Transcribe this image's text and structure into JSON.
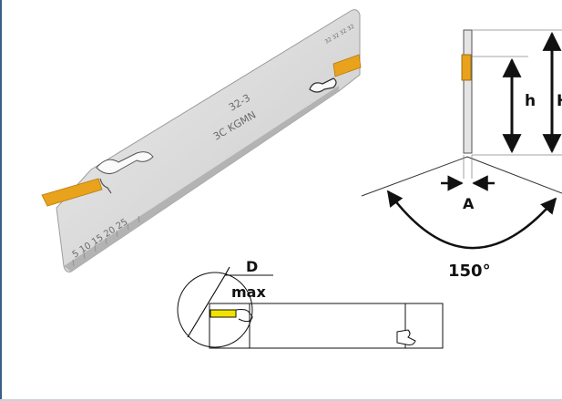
{
  "blade": {
    "code_line1": "32-3",
    "code_line2": "3C KGMN",
    "scale_label": "5  10  15  20  25",
    "end_marks": "32 32 32 32"
  },
  "side_view": {
    "h_label": "h",
    "H_label": "H",
    "A_label": "A",
    "angle_label": "150°"
  },
  "cut_view": {
    "D_label": "D",
    "max_label": "max"
  },
  "colors": {
    "blade_light": "#e3e3e3",
    "blade_dark": "#c4c4c4",
    "insert": "#e8a21c",
    "accent_border": "#3a5f86"
  }
}
